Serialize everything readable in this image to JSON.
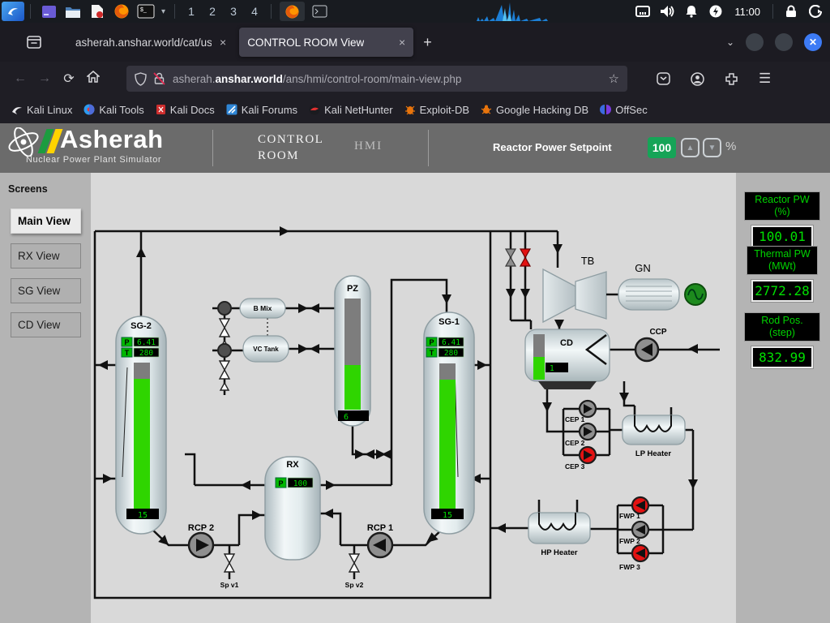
{
  "colors": {
    "accent_green": "#16a457",
    "lcd_green": "#00e000",
    "bar_green": "#2fd500",
    "alarm_red": "#e31212"
  },
  "taskbar": {
    "workspaces": [
      "1",
      "2",
      "3",
      "4"
    ],
    "clock": "11:00"
  },
  "browser": {
    "tab_inactive": "asherah.anshar.world/cat/us",
    "tab_active": "CONTROL ROOM View",
    "new_tab": "+",
    "close_glyph": "×",
    "url": {
      "subdomain": "asherah.",
      "domain": "anshar.world",
      "path": "/ans/hmi/control-room/main-view.php"
    },
    "bookmarks": [
      "Kali Linux",
      "Kali Tools",
      "Kali Docs",
      "Kali Forums",
      "Kali NetHunter",
      "Exploit-DB",
      "Google Hacking DB",
      "OffSec"
    ]
  },
  "header": {
    "logo_title": "Asherah",
    "logo_subtitle": "Nuclear Power Plant Simulator",
    "screen_line1": "CONTROL",
    "screen_line2": "ROOM",
    "screen_sub": "HMI",
    "setpoint_label": "Reactor Power Setpoint",
    "setpoint_value": "100",
    "up_glyph": "▲",
    "down_glyph": "▼",
    "setpoint_unit": "%"
  },
  "sidebar": {
    "title": "Screens",
    "items": [
      {
        "label": "Main View"
      },
      {
        "label": "RX View"
      },
      {
        "label": "SG View"
      },
      {
        "label": "CD View"
      }
    ]
  },
  "panel": {
    "readouts": [
      {
        "label": "Reactor PW (%)",
        "value": "100.01"
      },
      {
        "label": "Thermal PW (MWt)",
        "value": "2772.28"
      },
      {
        "label": "Rod Pos. (step)",
        "value": "832.99"
      }
    ]
  },
  "diagram": {
    "sg2": {
      "name": "SG-2",
      "p_key": "P",
      "p": "6.41",
      "t_key": "T",
      "t": "280",
      "level": "15"
    },
    "sg1": {
      "name": "SG-1",
      "p_key": "P",
      "p": "6.41",
      "t_key": "T",
      "t": "280",
      "level": "15"
    },
    "pz": {
      "name": "PZ",
      "level": "6"
    },
    "rx": {
      "name": "RX",
      "p_key": "P",
      "p": "100"
    },
    "cd": {
      "name": "CD",
      "level": "1"
    },
    "bmix": {
      "name": "B Mix"
    },
    "vctank": {
      "name": "VC Tank"
    },
    "tb": {
      "name": "TB"
    },
    "gn": {
      "name": "GN"
    },
    "ccp": {
      "name": "CCP"
    },
    "cep1": {
      "name": "CEP 1"
    },
    "cep2": {
      "name": "CEP 2"
    },
    "cep3": {
      "name": "CEP 3"
    },
    "lp": {
      "name": "LP Heater"
    },
    "hp": {
      "name": "HP Heater"
    },
    "fwp1": {
      "name": "FWP 1"
    },
    "fwp2": {
      "name": "FWP 2"
    },
    "fwp3": {
      "name": "FWP 3"
    },
    "rcp1": {
      "name": "RCP 1"
    },
    "rcp2": {
      "name": "RCP 2"
    },
    "spv1": {
      "name": "Sp v1"
    },
    "spv2": {
      "name": "Sp v2"
    }
  }
}
